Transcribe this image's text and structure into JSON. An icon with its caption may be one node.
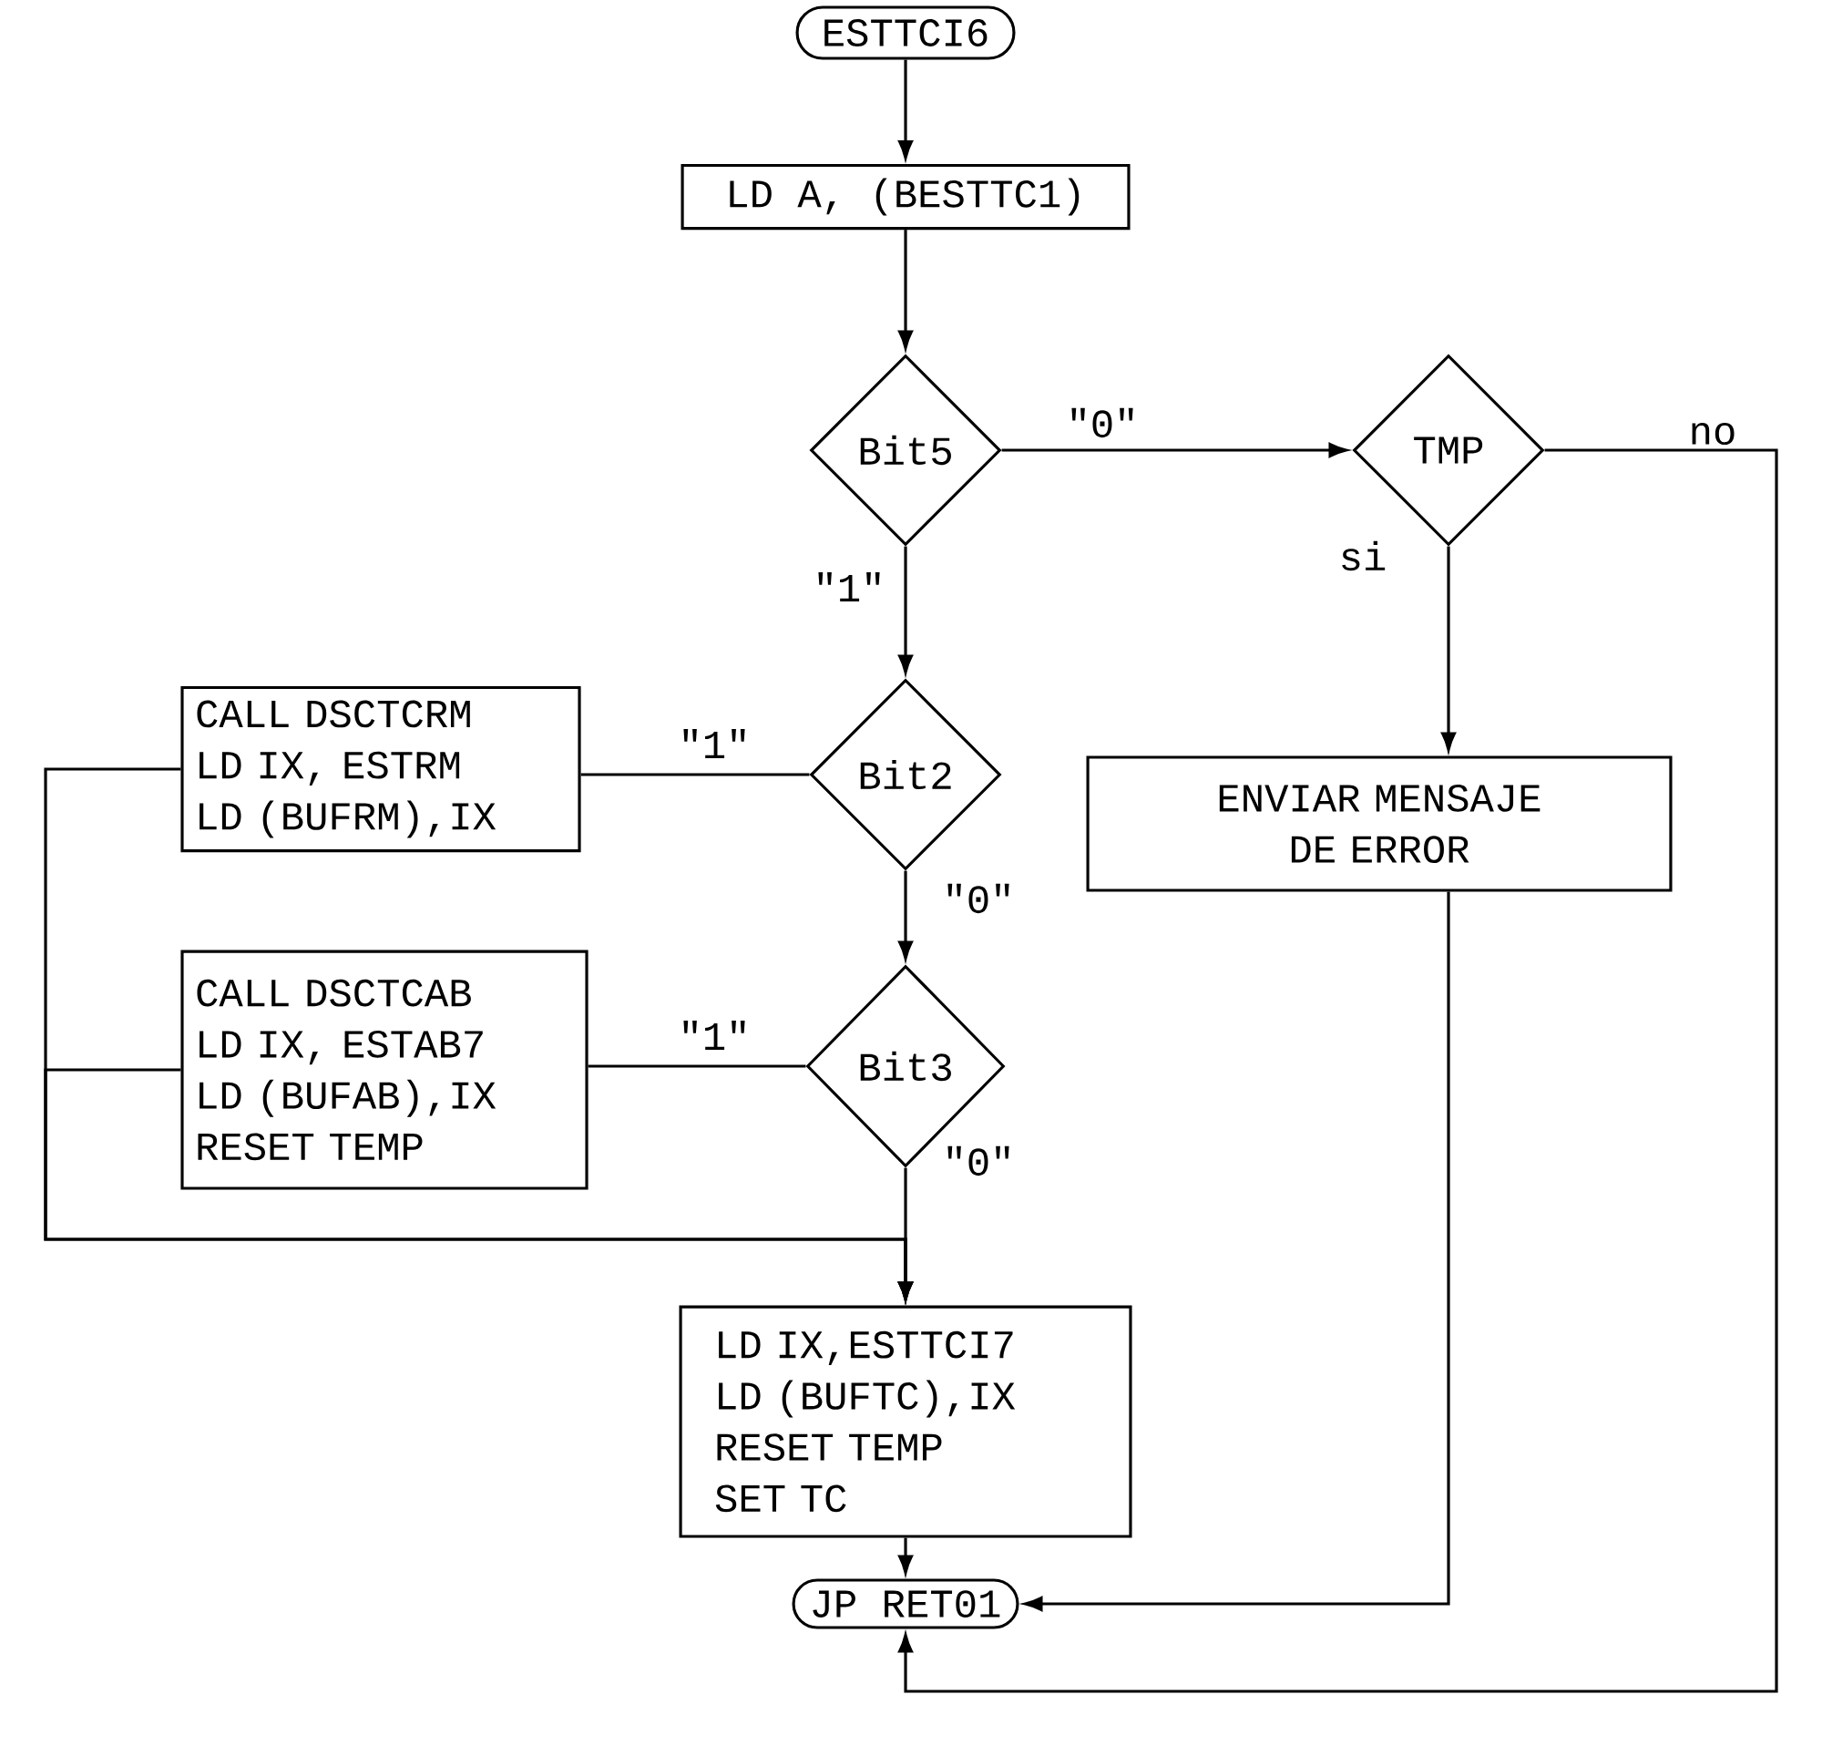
{
  "diagram": {
    "nodes": [
      {
        "text": [
          "ESTTCI6"
        ]
      },
      {
        "text": [
          "LD A, (BESTTC1)"
        ]
      },
      {
        "text": [
          "Bit5"
        ]
      },
      {
        "text": [
          "TMP"
        ]
      },
      {
        "text": [
          "Bit2"
        ]
      },
      {
        "text": [
          "CALL DSCTCRM",
          "LD IX, ESTRM",
          "LD (BUFRM),IX"
        ]
      },
      {
        "text": [
          "ENVIAR MENSAJE DE ERROR"
        ]
      },
      {
        "text": [
          "Bit3"
        ]
      },
      {
        "text": [
          "CALL DSCTCAB",
          "LD IX, ESTAB7",
          "LD (BUFAB),IX",
          "RESET TEMP"
        ]
      },
      {
        "text": [
          "LD IX,ESTTCI7",
          "LD (BUFTC),IX",
          "RESET TEMP",
          "SET TC"
        ]
      },
      {
        "text": [
          "JP RET01"
        ]
      }
    ],
    "edges": [
      {
        "from": 0,
        "to": 1,
        "arrow": "to"
      },
      {
        "from": 1,
        "to": 2,
        "arrow": "to"
      },
      {
        "from": 2,
        "to": 3,
        "arrow": "to",
        "label": "\"0\""
      },
      {
        "from": 2,
        "to": 4,
        "arrow": "to",
        "label": "\"1\""
      },
      {
        "from": 3,
        "to": 6,
        "arrow": "to",
        "label": "si"
      },
      {
        "from": 3,
        "to": 10,
        "arrow": "to",
        "label": "no"
      },
      {
        "from": 4,
        "to": 5,
        "arrow": "none",
        "label": "\"1\""
      },
      {
        "from": 4,
        "to": 7,
        "arrow": "to",
        "label": "\"0\""
      },
      {
        "from": 5,
        "to": 9,
        "arrow": "to"
      },
      {
        "from": 6,
        "to": 10,
        "arrow": "to"
      },
      {
        "from": 7,
        "to": 8,
        "arrow": "none",
        "label": "\"1\""
      },
      {
        "from": 7,
        "to": 9,
        "arrow": "to",
        "label": "\"0\""
      },
      {
        "from": 8,
        "to": 9,
        "arrow": "to"
      },
      {
        "from": 9,
        "to": 10,
        "arrow": "to"
      }
    ]
  }
}
